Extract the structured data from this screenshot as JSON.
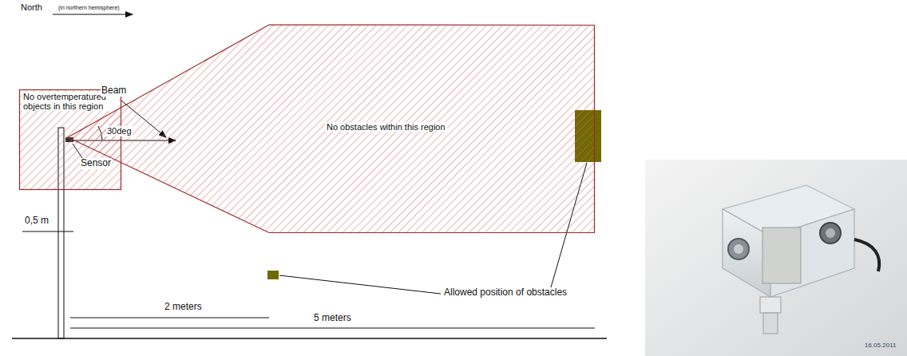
{
  "diagram": {
    "nodes": [
      {
        "text": [
          "No overtemperatured objects in this region"
        ]
      },
      {
        "text": [
          "No obstacles within this region"
        ]
      }
    ],
    "labels": [
      "North",
      "(in northern hemisphere)",
      "Beam",
      "30deg",
      "Sensor",
      "0,5 m",
      "2 meters",
      "5 meters",
      "Allowed position of obstacles",
      "16.05.2011"
    ]
  }
}
